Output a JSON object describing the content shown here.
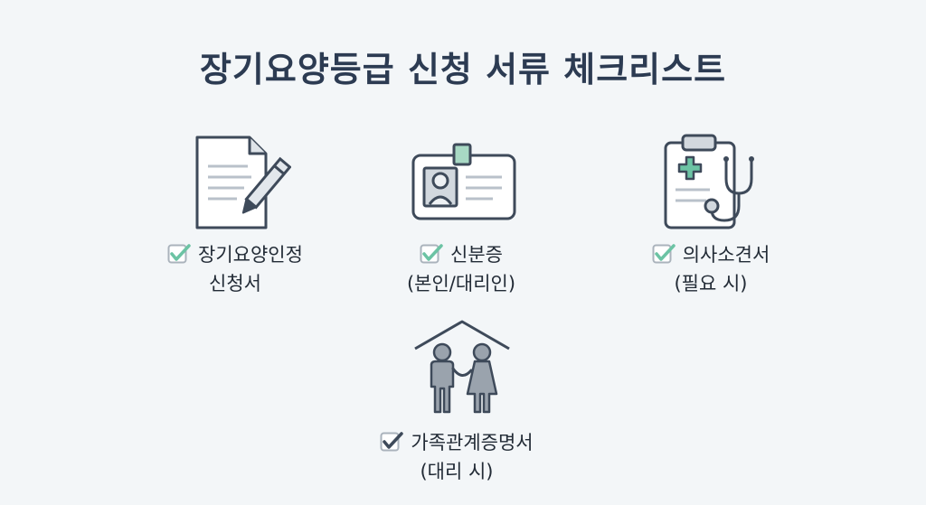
{
  "title": "장기요양등급 신청 서류 체크리스트",
  "colors": {
    "accent": "#6cc3a4",
    "ink": "#3e4a5a",
    "fill": "#e2e7ec",
    "person": "#9aa3ad"
  },
  "items": [
    {
      "icon": "document-pen-icon",
      "checked": true,
      "line1": "장기요양인정",
      "line2": "신청서"
    },
    {
      "icon": "id-card-icon",
      "checked": true,
      "line1": "신분증",
      "line2": "(본인/대리인)"
    },
    {
      "icon": "medical-clipboard-stethoscope-icon",
      "checked": true,
      "line1": "의사소견서",
      "line2": "(필요 시)"
    },
    {
      "icon": "family-house-icon",
      "checked": true,
      "line1": "가족관계증명서",
      "line2": "(대리 시)"
    }
  ]
}
